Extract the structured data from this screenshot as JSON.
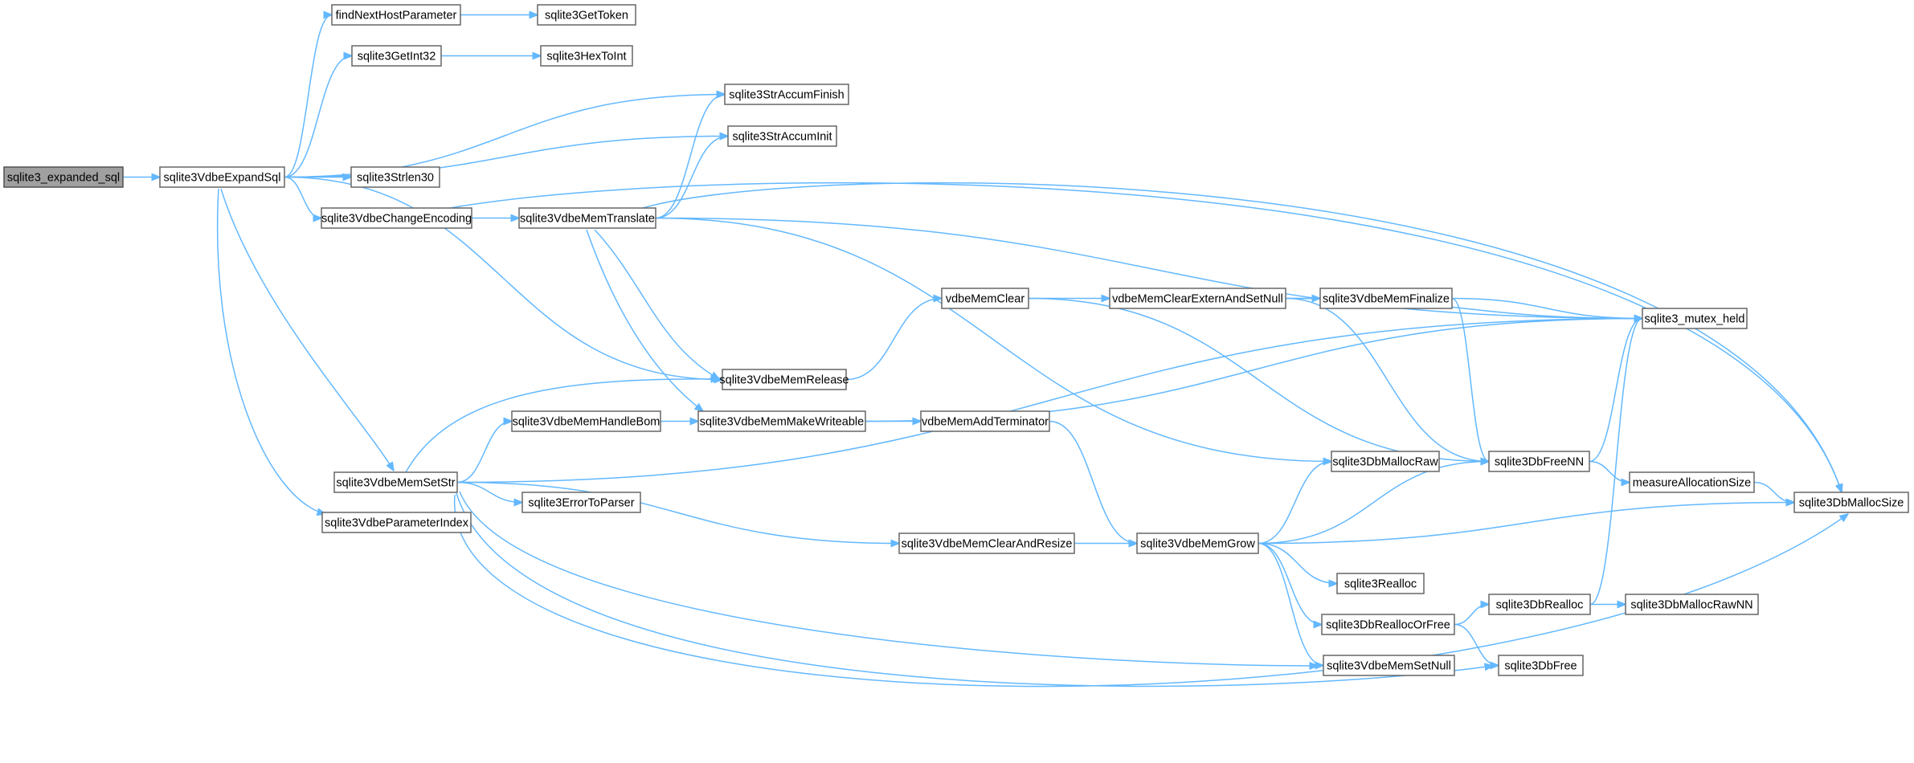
{
  "diagram": {
    "type": "call-graph",
    "colors": {
      "edge": "#63b8ff",
      "node_border": "#666666",
      "node_fill": "#ffffff",
      "root_fill": "#a0a0a0"
    },
    "nodes": [
      {
        "id": "sqlite3_expanded_sql",
        "label": "sqlite3_expanded_sql",
        "root": true
      },
      {
        "id": "sqlite3VdbeExpandSql",
        "label": "sqlite3VdbeExpandSql"
      },
      {
        "id": "findNextHostParameter",
        "label": "findNextHostParameter"
      },
      {
        "id": "sqlite3GetToken",
        "label": "sqlite3GetToken"
      },
      {
        "id": "sqlite3GetInt32",
        "label": "sqlite3GetInt32"
      },
      {
        "id": "sqlite3HexToInt",
        "label": "sqlite3HexToInt"
      },
      {
        "id": "sqlite3StrAccumFinish",
        "label": "sqlite3StrAccumFinish"
      },
      {
        "id": "sqlite3StrAccumInit",
        "label": "sqlite3StrAccumInit"
      },
      {
        "id": "sqlite3Strlen30",
        "label": "sqlite3Strlen30"
      },
      {
        "id": "sqlite3VdbeChangeEncoding",
        "label": "sqlite3VdbeChangeEncoding"
      },
      {
        "id": "sqlite3VdbeMemTranslate",
        "label": "sqlite3VdbeMemTranslate"
      },
      {
        "id": "vdbeMemClear",
        "label": "vdbeMemClear"
      },
      {
        "id": "vdbeMemClearExternAndSetNull",
        "label": "vdbeMemClearExternAndSetNull"
      },
      {
        "id": "sqlite3VdbeMemFinalize",
        "label": "sqlite3VdbeMemFinalize"
      },
      {
        "id": "sqlite3_mutex_held",
        "label": "sqlite3_mutex_held"
      },
      {
        "id": "sqlite3VdbeMemRelease",
        "label": "sqlite3VdbeMemRelease"
      },
      {
        "id": "sqlite3VdbeMemHandleBom",
        "label": "sqlite3VdbeMemHandleBom"
      },
      {
        "id": "sqlite3VdbeMemMakeWriteable",
        "label": "sqlite3VdbeMemMakeWriteable"
      },
      {
        "id": "vdbeMemAddTerminator",
        "label": "vdbeMemAddTerminator"
      },
      {
        "id": "sqlite3VdbeMemSetStr",
        "label": "sqlite3VdbeMemSetStr"
      },
      {
        "id": "sqlite3DbMallocRaw",
        "label": "sqlite3DbMallocRaw"
      },
      {
        "id": "sqlite3DbFreeNN",
        "label": "sqlite3DbFreeNN"
      },
      {
        "id": "measureAllocationSize",
        "label": "measureAllocationSize"
      },
      {
        "id": "sqlite3DbMallocSize",
        "label": "sqlite3DbMallocSize"
      },
      {
        "id": "sqlite3VdbeParameterIndex",
        "label": "sqlite3VdbeParameterIndex"
      },
      {
        "id": "sqlite3ErrorToParser",
        "label": "sqlite3ErrorToParser"
      },
      {
        "id": "sqlite3VdbeMemClearAndResize",
        "label": "sqlite3VdbeMemClearAndResize"
      },
      {
        "id": "sqlite3VdbeMemGrow",
        "label": "sqlite3VdbeMemGrow"
      },
      {
        "id": "sqlite3Realloc",
        "label": "sqlite3Realloc"
      },
      {
        "id": "sqlite3DbRealloc",
        "label": "sqlite3DbRealloc"
      },
      {
        "id": "sqlite3DbMallocRawNN",
        "label": "sqlite3DbMallocRawNN"
      },
      {
        "id": "sqlite3DbReallocOrFree",
        "label": "sqlite3DbReallocOrFree"
      },
      {
        "id": "sqlite3VdbeMemSetNull",
        "label": "sqlite3VdbeMemSetNull"
      },
      {
        "id": "sqlite3DbFree",
        "label": "sqlite3DbFree"
      }
    ],
    "edges": [
      [
        "sqlite3_expanded_sql",
        "sqlite3VdbeExpandSql"
      ],
      [
        "sqlite3VdbeExpandSql",
        "findNextHostParameter"
      ],
      [
        "findNextHostParameter",
        "sqlite3GetToken"
      ],
      [
        "sqlite3VdbeExpandSql",
        "sqlite3GetInt32"
      ],
      [
        "sqlite3GetInt32",
        "sqlite3HexToInt"
      ],
      [
        "sqlite3VdbeExpandSql",
        "sqlite3StrAccumFinish"
      ],
      [
        "sqlite3VdbeExpandSql",
        "sqlite3StrAccumInit"
      ],
      [
        "sqlite3VdbeExpandSql",
        "sqlite3Strlen30"
      ],
      [
        "sqlite3VdbeExpandSql",
        "sqlite3VdbeChangeEncoding"
      ],
      [
        "sqlite3VdbeExpandSql",
        "sqlite3VdbeMemRelease"
      ],
      [
        "sqlite3VdbeExpandSql",
        "sqlite3VdbeMemSetStr"
      ],
      [
        "sqlite3VdbeExpandSql",
        "sqlite3VdbeParameterIndex"
      ],
      [
        "sqlite3VdbeChangeEncoding",
        "sqlite3VdbeMemTranslate"
      ],
      [
        "sqlite3VdbeChangeEncoding",
        "sqlite3_mutex_held"
      ],
      [
        "sqlite3VdbeMemTranslate",
        "sqlite3StrAccumFinish"
      ],
      [
        "sqlite3VdbeMemTranslate",
        "sqlite3StrAccumInit"
      ],
      [
        "sqlite3VdbeMemTranslate",
        "sqlite3DbMallocSize"
      ],
      [
        "sqlite3VdbeMemTranslate",
        "sqlite3_mutex_held"
      ],
      [
        "sqlite3VdbeMemTranslate",
        "sqlite3VdbeMemRelease"
      ],
      [
        "sqlite3VdbeMemTranslate",
        "sqlite3VdbeMemMakeWriteable"
      ],
      [
        "sqlite3VdbeMemTranslate",
        "sqlite3DbMallocRaw"
      ],
      [
        "sqlite3VdbeMemRelease",
        "vdbeMemClear"
      ],
      [
        "vdbeMemClear",
        "vdbeMemClearExternAndSetNull"
      ],
      [
        "vdbeMemClear",
        "sqlite3DbFreeNN"
      ],
      [
        "vdbeMemClearExternAndSetNull",
        "sqlite3VdbeMemFinalize"
      ],
      [
        "vdbeMemClearExternAndSetNull",
        "sqlite3_mutex_held"
      ],
      [
        "vdbeMemClearExternAndSetNull",
        "sqlite3DbFreeNN"
      ],
      [
        "sqlite3VdbeMemFinalize",
        "sqlite3_mutex_held"
      ],
      [
        "sqlite3VdbeMemFinalize",
        "sqlite3DbFreeNN"
      ],
      [
        "sqlite3VdbeMemHandleBom",
        "sqlite3VdbeMemMakeWriteable"
      ],
      [
        "sqlite3VdbeMemMakeWriteable",
        "vdbeMemAddTerminator"
      ],
      [
        "sqlite3VdbeMemMakeWriteable",
        "sqlite3_mutex_held"
      ],
      [
        "vdbeMemAddTerminator",
        "sqlite3VdbeMemGrow"
      ],
      [
        "sqlite3VdbeMemSetStr",
        "sqlite3VdbeMemRelease"
      ],
      [
        "sqlite3VdbeMemSetStr",
        "sqlite3VdbeMemHandleBom"
      ],
      [
        "sqlite3VdbeMemSetStr",
        "sqlite3_mutex_held"
      ],
      [
        "sqlite3VdbeMemSetStr",
        "sqlite3ErrorToParser"
      ],
      [
        "sqlite3VdbeMemSetStr",
        "sqlite3VdbeMemClearAndResize"
      ],
      [
        "sqlite3VdbeMemSetStr",
        "sqlite3VdbeMemSetNull"
      ],
      [
        "sqlite3VdbeMemSetStr",
        "sqlite3DbFree"
      ],
      [
        "sqlite3VdbeMemSetStr",
        "sqlite3DbMallocSize"
      ],
      [
        "sqlite3VdbeMemClearAndResize",
        "sqlite3VdbeMemGrow"
      ],
      [
        "sqlite3VdbeMemGrow",
        "sqlite3DbMallocRaw"
      ],
      [
        "sqlite3VdbeMemGrow",
        "sqlite3DbFreeNN"
      ],
      [
        "sqlite3VdbeMemGrow",
        "sqlite3DbMallocSize"
      ],
      [
        "sqlite3VdbeMemGrow",
        "sqlite3Realloc"
      ],
      [
        "sqlite3VdbeMemGrow",
        "sqlite3DbReallocOrFree"
      ],
      [
        "sqlite3VdbeMemGrow",
        "sqlite3VdbeMemSetNull"
      ],
      [
        "sqlite3DbFreeNN",
        "sqlite3_mutex_held"
      ],
      [
        "sqlite3DbFreeNN",
        "measureAllocationSize"
      ],
      [
        "measureAllocationSize",
        "sqlite3DbMallocSize"
      ],
      [
        "sqlite3DbReallocOrFree",
        "sqlite3DbRealloc"
      ],
      [
        "sqlite3DbReallocOrFree",
        "sqlite3DbFree"
      ],
      [
        "sqlite3DbRealloc",
        "sqlite3DbMallocRawNN"
      ],
      [
        "sqlite3DbRealloc",
        "sqlite3_mutex_held"
      ]
    ]
  }
}
